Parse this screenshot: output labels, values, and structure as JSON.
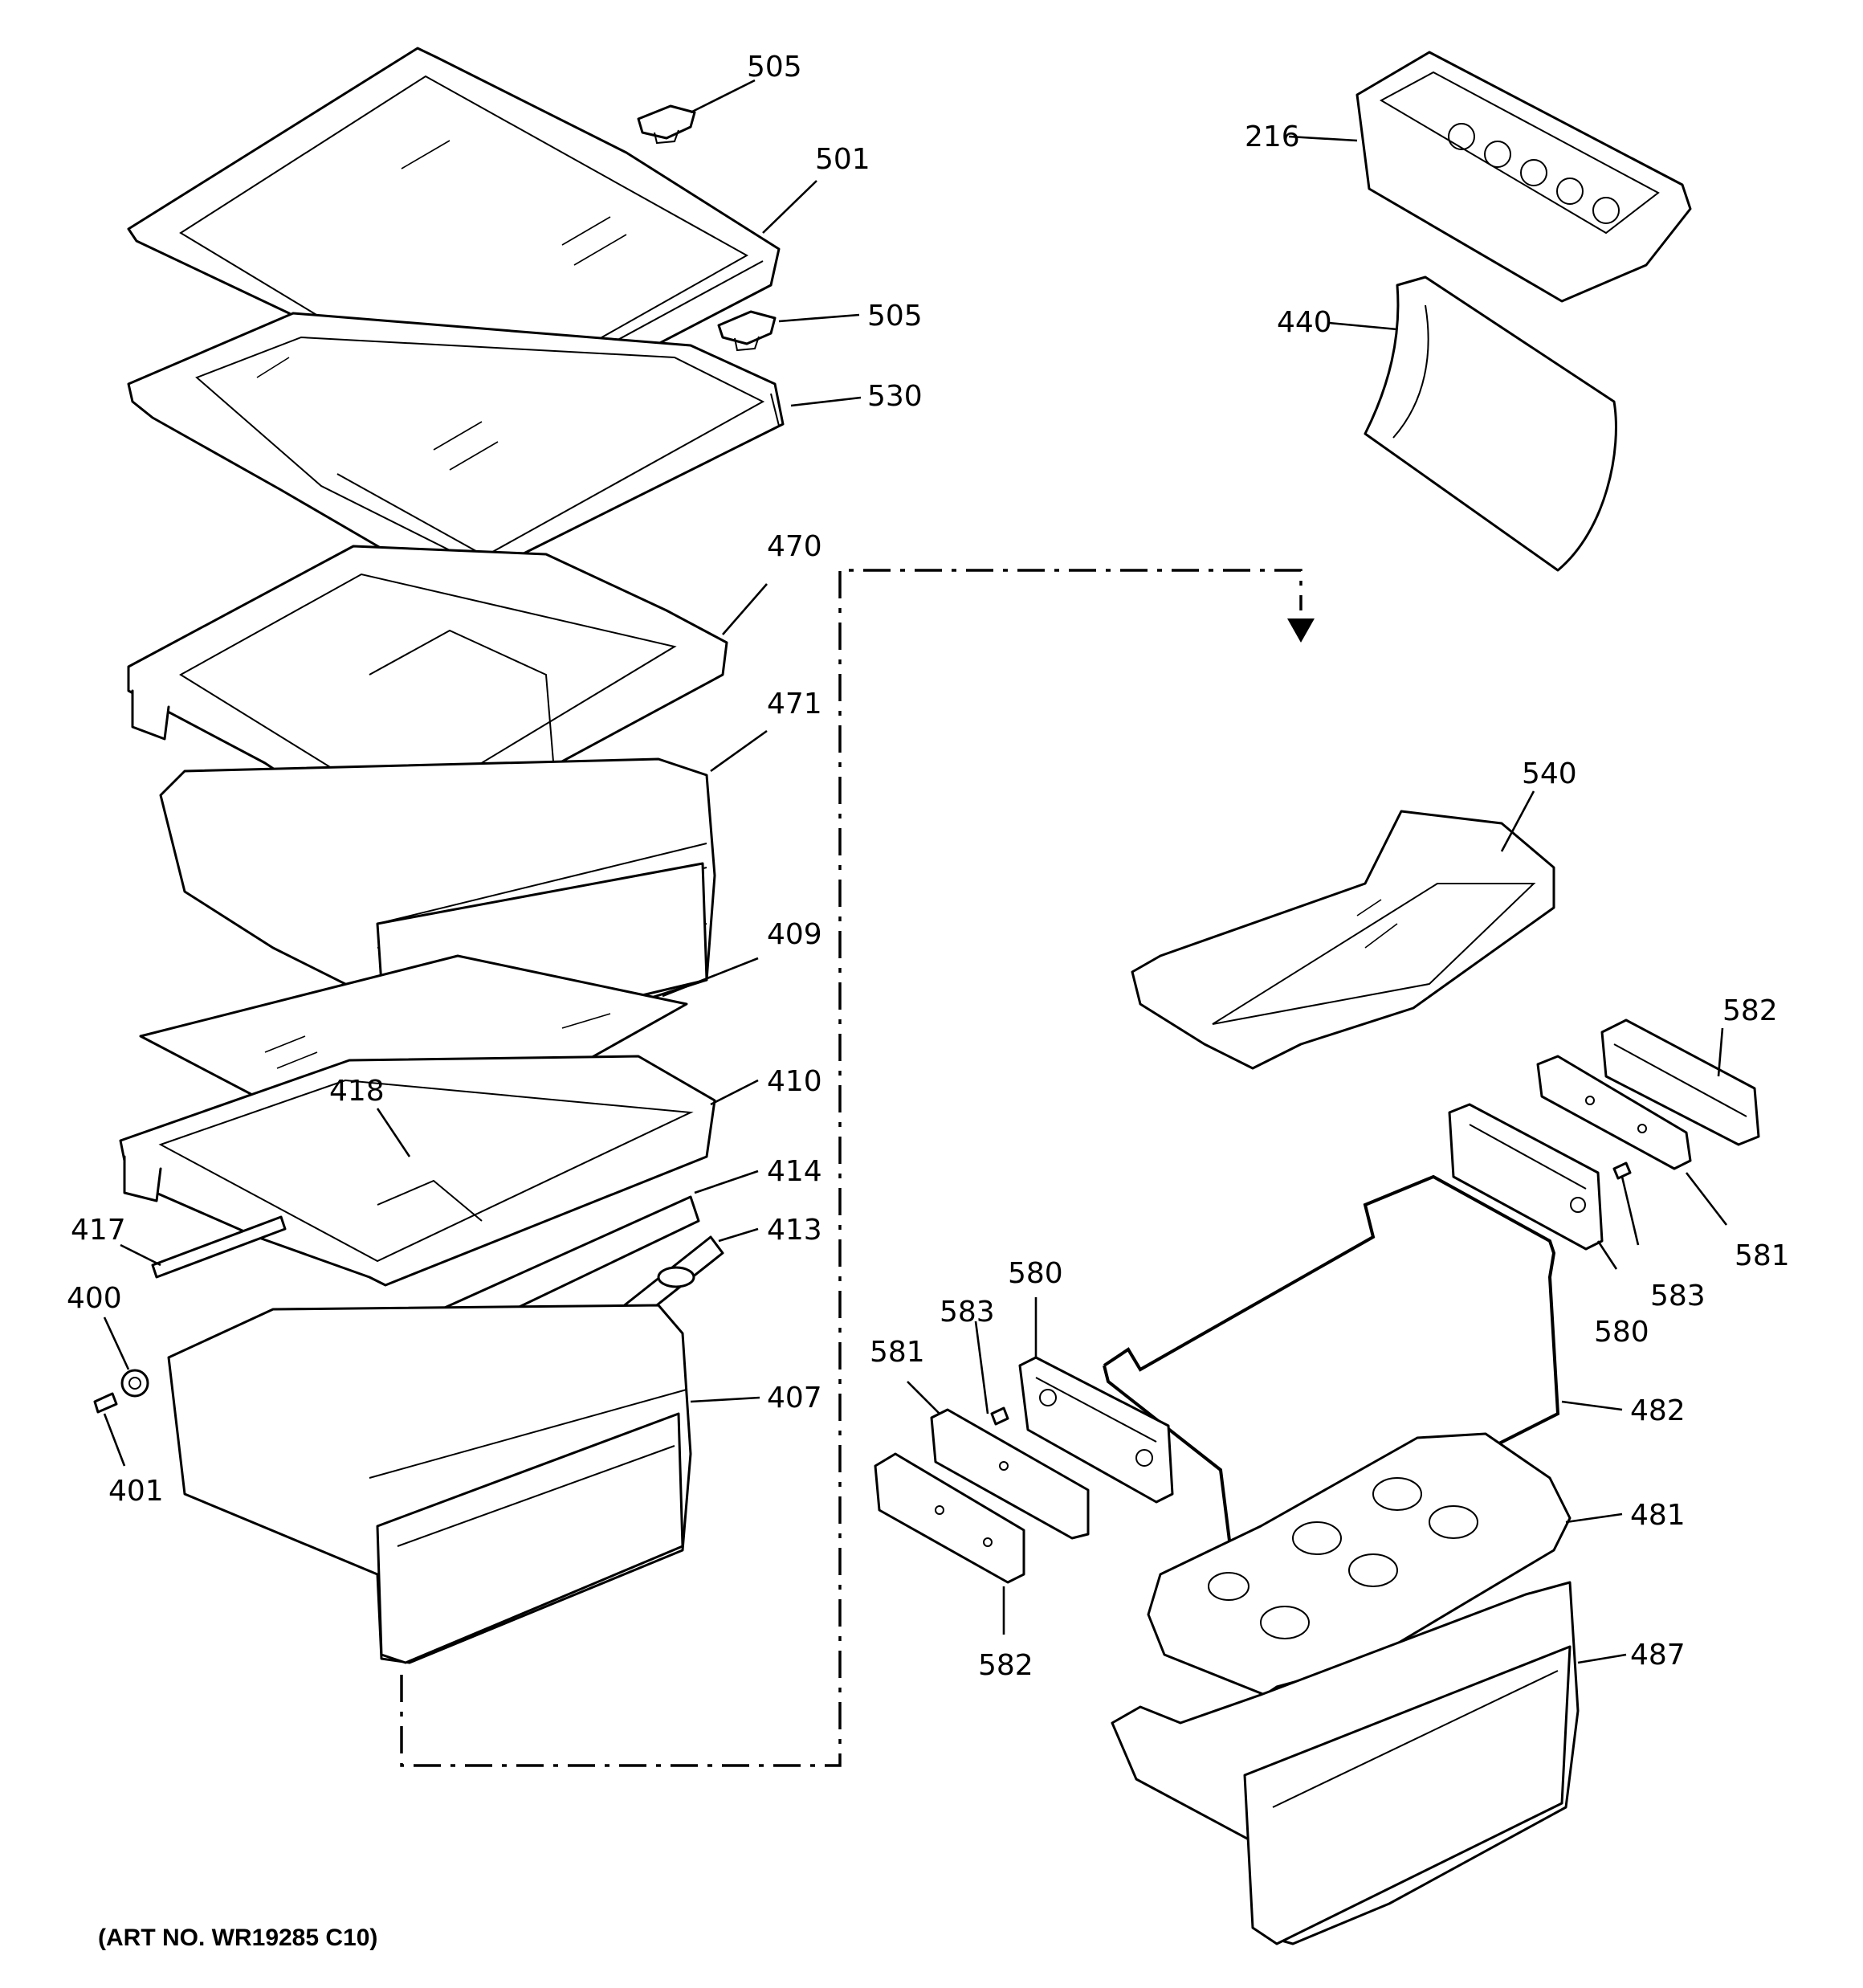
{
  "diagram": {
    "art_number": "(ART NO. WR19285 C10)",
    "callouts": {
      "c505a": "505",
      "c501": "501",
      "c505b": "505",
      "c530": "530",
      "c470": "470",
      "c471": "471",
      "c409": "409",
      "c418": "418",
      "c410": "410",
      "c414": "414",
      "c413": "413",
      "c417": "417",
      "c400": "400",
      "c401": "401",
      "c407": "407",
      "c216": "216",
      "c440": "440",
      "c540": "540",
      "c582a": "582",
      "c581a": "581",
      "c583a": "583",
      "c580a": "580",
      "c580b": "580",
      "c583b": "583",
      "c581b": "581",
      "c482": "482",
      "c481": "481",
      "c487": "487",
      "c582b": "582"
    }
  }
}
